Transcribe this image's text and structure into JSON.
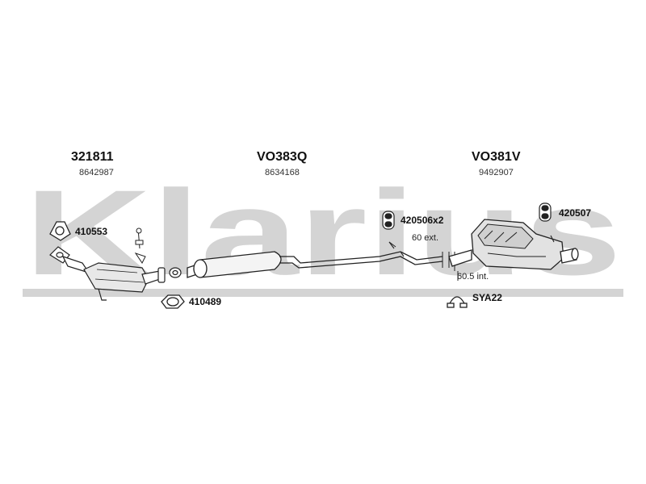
{
  "watermark": {
    "text": "Klarius",
    "color": "#d4d4d4"
  },
  "main_parts": [
    {
      "id": "front",
      "part_number": "321811",
      "oem_number": "8642987"
    },
    {
      "id": "middle",
      "part_number": "VO383Q",
      "oem_number": "8634168"
    },
    {
      "id": "rear",
      "part_number": "VO381V",
      "oem_number": "9492907"
    }
  ],
  "accessories": [
    {
      "id": "gasket-a",
      "label": "410553",
      "icon": "triangle-flange-gasket-icon"
    },
    {
      "id": "gasket-b",
      "label": "410489",
      "icon": "ring-gasket-icon"
    },
    {
      "id": "hanger-a",
      "label": "420506x2",
      "icon": "rubber-hanger-icon"
    },
    {
      "id": "hanger-b",
      "label": "420507",
      "icon": "rubber-hanger-icon"
    },
    {
      "id": "clamp",
      "label": "SYA22",
      "icon": "clamp-icon"
    }
  ],
  "notes": {
    "ext": "60 ext.",
    "int": "60.5 int."
  },
  "colors": {
    "line": "#222222",
    "shade": "#bdbdbd",
    "watermark": "#d4d4d4"
  }
}
